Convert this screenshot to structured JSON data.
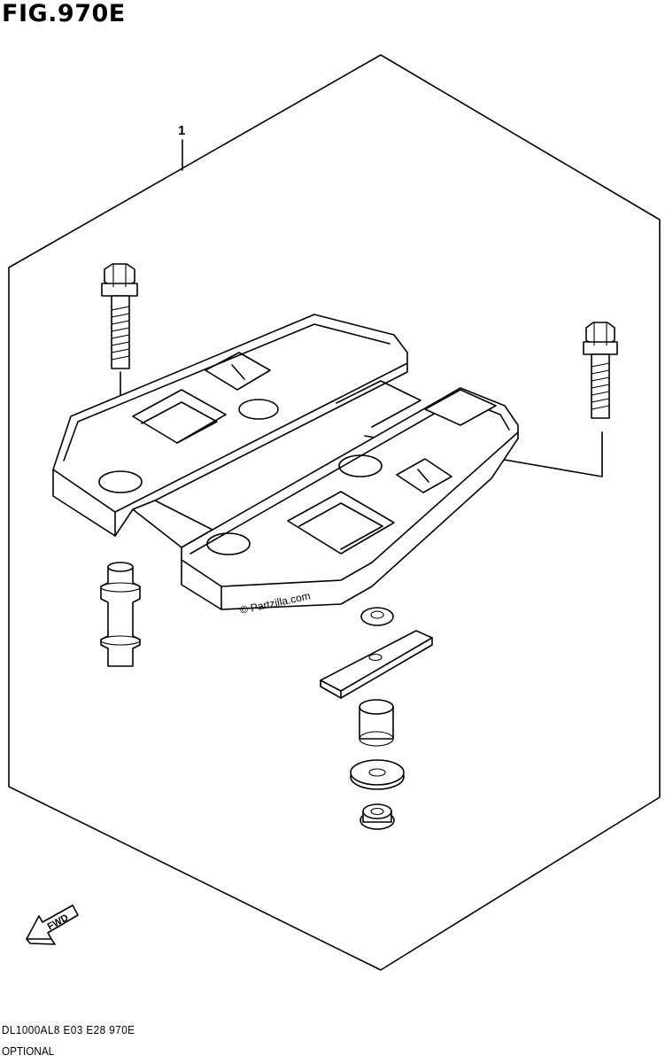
{
  "figure": {
    "title": "FIG.970E",
    "reference_code": "DL1000AL8  E03  E28  970E",
    "note": "OPTIONAL"
  },
  "callouts": [
    {
      "number": "1"
    }
  ],
  "arrow": {
    "label": "FWD"
  },
  "watermark": "© Partzilla.com"
}
